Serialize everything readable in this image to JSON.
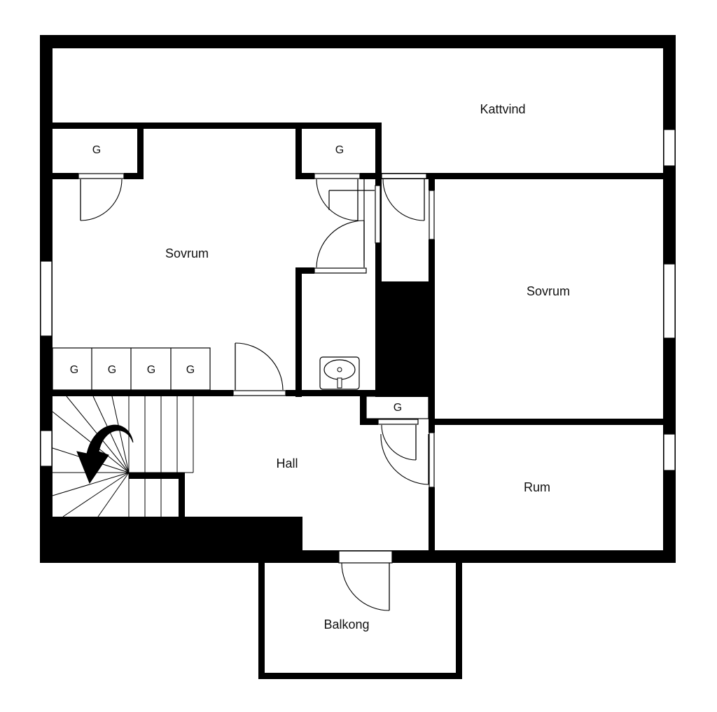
{
  "floor_plan": {
    "rooms": {
      "kattvind": "Kattvind",
      "sovrum_left": "Sovrum",
      "sovrum_right": "Sovrum",
      "hall": "Hall",
      "rum": "Rum",
      "balkong": "Balkong"
    },
    "storage_label": "G",
    "colors": {
      "wall": "#000000",
      "background": "#ffffff"
    },
    "icons": [
      "stair-direction-arrow-icon",
      "washbasin-icon"
    ]
  }
}
